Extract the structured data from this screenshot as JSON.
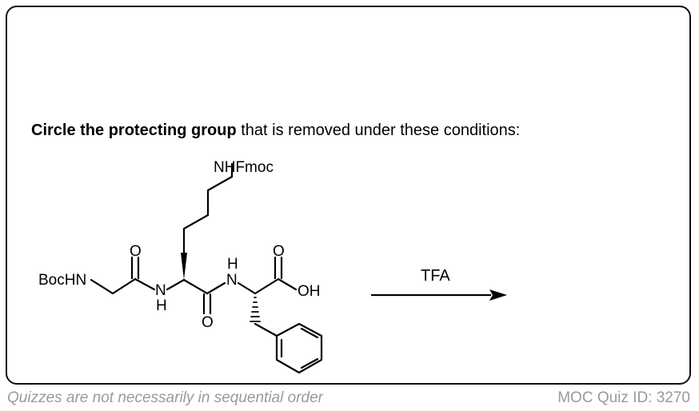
{
  "question": {
    "bold": "Circle the protecting group",
    "rest": " that is removed under these conditions:"
  },
  "molecule": {
    "labels": {
      "boc_hn": "BocHN",
      "nh_fmoc": "NHFmoc",
      "n1": "N",
      "h1": "H",
      "n2": "N",
      "h2": "H",
      "o1": "O",
      "o2": "O",
      "o3": "O",
      "oh": "OH"
    }
  },
  "reaction": {
    "reagent": "TFA"
  },
  "footer": {
    "disclaimer": "Quizzes are not necessarily in sequential order",
    "quiz_id": "MOC Quiz ID: 3270"
  }
}
